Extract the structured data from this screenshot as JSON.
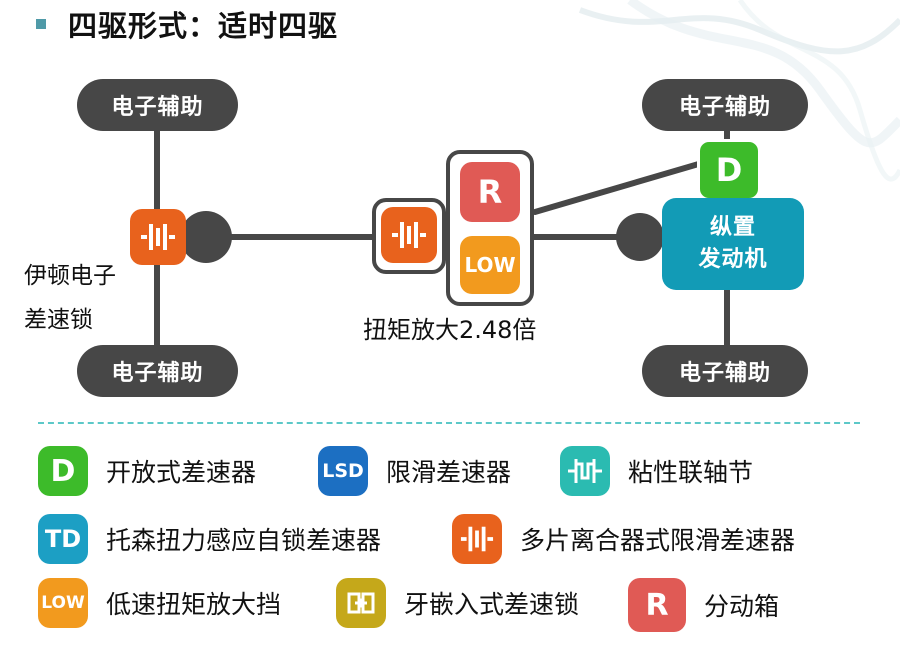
{
  "heading": {
    "text": "四驱形式：适时四驱"
  },
  "diagram": {
    "front_left_axle": {
      "top_assist": "电子辅助",
      "bottom_assist": "电子辅助",
      "diff_label_line1": "伊顿电子",
      "diff_label_line2": "差速锁"
    },
    "transfer_case": {
      "r_badge": "R",
      "low_badge": "LOW",
      "torque_label": "扭矩放大2.48倍"
    },
    "rear_right_axle": {
      "top_assist": "电子辅助",
      "bottom_assist": "电子辅助",
      "d_badge": "D",
      "engine_line1": "纵置",
      "engine_line2": "发动机"
    }
  },
  "legend": {
    "items": [
      {
        "badge": "D",
        "label": "开放式差速器"
      },
      {
        "badge": "LSD",
        "label": "限滑差速器"
      },
      {
        "badge": "",
        "label": "粘性联轴节"
      },
      {
        "badge": "TD",
        "label": "托森扭力感应自锁差速器"
      },
      {
        "badge": "",
        "label": "多片离合器式限滑差速器"
      },
      {
        "badge": "LOW",
        "label": "低速扭矩放大挡"
      },
      {
        "badge": "",
        "label": "牙嵌入式差速锁"
      },
      {
        "badge": "R",
        "label": "分动箱"
      }
    ]
  },
  "colors": {
    "pill": "#474747",
    "clutch_orange": "#e8621d",
    "low_orange": "#f29a1e",
    "transfer_red": "#e05a55",
    "open_diff_green": "#3dbb2a",
    "lsd_blue": "#1c6fc2",
    "viscous_teal": "#2bbbb1",
    "torsen_cyan": "#1c9fc4",
    "dog_clutch_gold": "#c5a81a",
    "engine_blue": "#129bb6",
    "divider": "#5cc8c8"
  },
  "icons": {
    "clutch": "multi-plate-clutch-icon",
    "viscous": "viscous-coupling-icon",
    "dog_clutch": "dog-clutch-lock-icon"
  }
}
